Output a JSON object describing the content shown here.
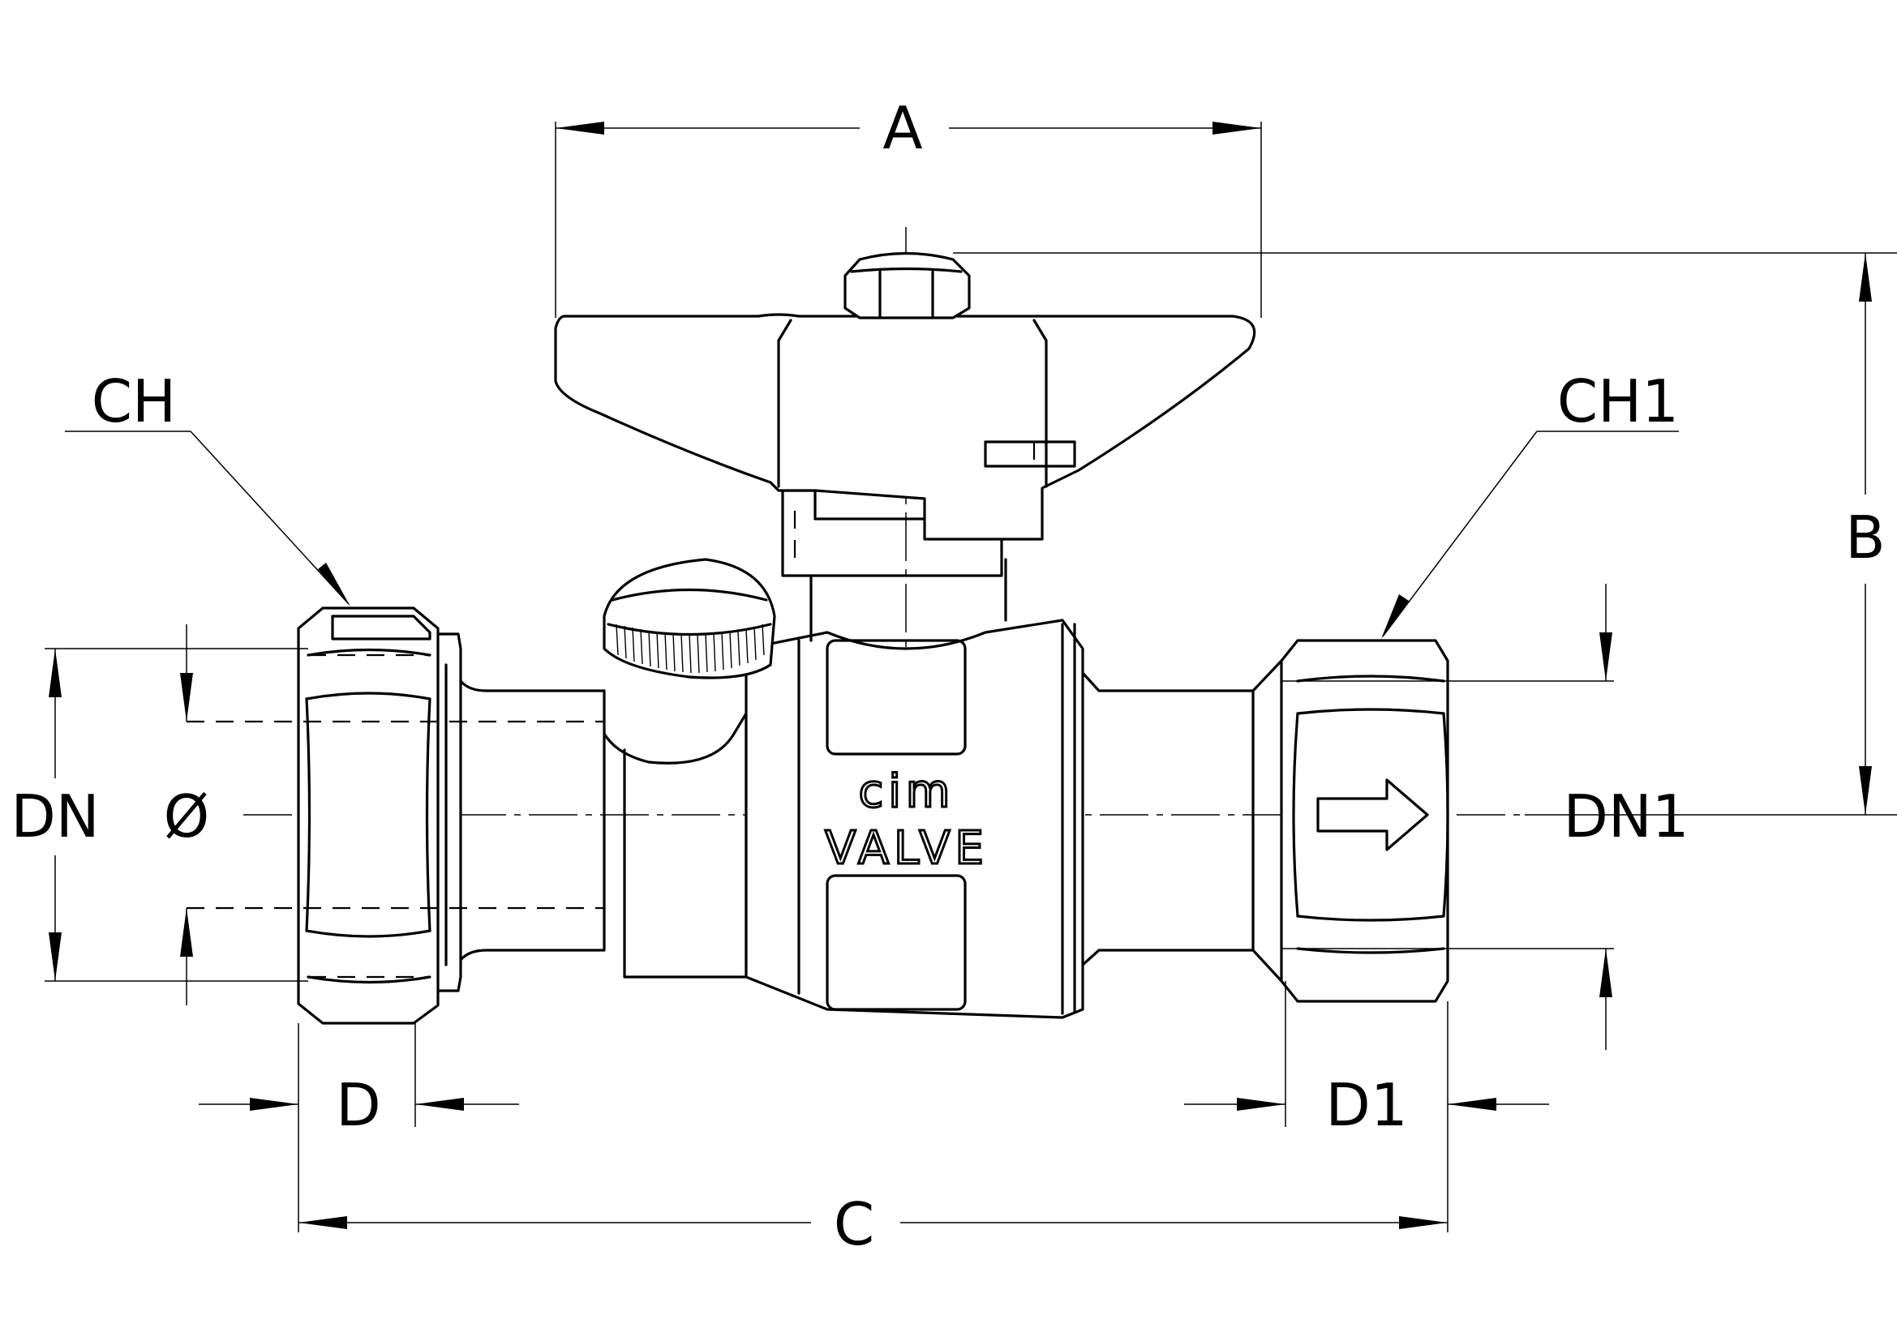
{
  "labels": {
    "A": "A",
    "B": "B",
    "C": "C",
    "D": "D",
    "D1": "D1",
    "DN": "DN",
    "DN1": "DN1",
    "diameter": "Ø",
    "CH": "CH",
    "CH1": "CH1"
  },
  "body_marking": {
    "brand": "cim",
    "word": "VALVE"
  }
}
